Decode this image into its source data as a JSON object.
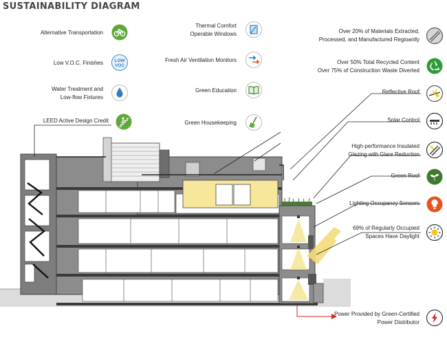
{
  "title": "SUSTAINABILITY DIAGRAM",
  "features_left": [
    {
      "lines": [
        "Alternative Transportation"
      ],
      "icon": "bicycle-icon",
      "color": "#5fa83a"
    },
    {
      "lines": [
        "Low V.O.C. Finishes"
      ],
      "icon": "low-voc-icon",
      "color": "#3b8fd0",
      "icon_text": [
        "LOW",
        "VOC"
      ]
    },
    {
      "lines": [
        "Water Treatment and",
        "Low-flow Fixtures"
      ],
      "icon": "water-drop-icon",
      "color": "#2d7fc4"
    },
    {
      "lines": [
        "LEED Active Design Credit"
      ],
      "icon": "stairs-person-icon",
      "color": "#5fa83a"
    }
  ],
  "features_middle": [
    {
      "lines": [
        "Thermal Comfort",
        "Operable Windows"
      ],
      "icon": "window-icon",
      "color": "#2d7fc4"
    },
    {
      "lines": [
        "Fresh Air Ventilation Monitors"
      ],
      "icon": "ventilation-arrows-icon",
      "color": "#2d7fc4"
    },
    {
      "lines": [
        "Green Education"
      ],
      "icon": "book-icon",
      "color": "#5fa83a"
    },
    {
      "lines": [
        "Green Housekeeping"
      ],
      "icon": "broom-icon",
      "color": "#5fa83a"
    }
  ],
  "features_right": [
    {
      "lines": [
        "Over 20% of Materials Extracted,",
        "Processed, and Manufactured Regioanlly"
      ],
      "icon": "materials-icon",
      "color": "#888888"
    },
    {
      "lines": [
        "Over 50% Total Recycled Content",
        "Over 75% of Construction Waste Diverted"
      ],
      "icon": "recycle-icon",
      "color": "#2f9a3a"
    },
    {
      "lines": [
        "Reflective Roof"
      ],
      "icon": "reflective-roof-icon",
      "color": "#f2d21b"
    },
    {
      "lines": [
        "Solar Control"
      ],
      "icon": "solar-control-icon",
      "color": "#444444"
    },
    {
      "lines": [
        "High-performance Insulated",
        "Glazing with Glare Reduction"
      ],
      "icon": "glazing-icon",
      "color": "#f2d21b"
    },
    {
      "lines": [
        "Green Roof"
      ],
      "icon": "green-roof-icon",
      "color": "#3f7a2e"
    },
    {
      "lines": [
        "Lighting Occupancy Sensors"
      ],
      "icon": "light-bulb-icon",
      "color": "#e8531c"
    },
    {
      "lines": [
        "69% of Regularly Occupied",
        "Spaces Have Daylight"
      ],
      "icon": "daylight-sun-icon",
      "color": "#f5c518"
    },
    {
      "lines": [
        "Power Provided by Green-Certified",
        "Power Distributor"
      ],
      "icon": "lightning-icon",
      "color": "#d8261c"
    }
  ],
  "colors": {
    "building": "#8c8c8c",
    "building_dark": "#555555",
    "floor": "#3a3a3a",
    "light": "#f6e79a",
    "callout_red": "#d8261c"
  }
}
